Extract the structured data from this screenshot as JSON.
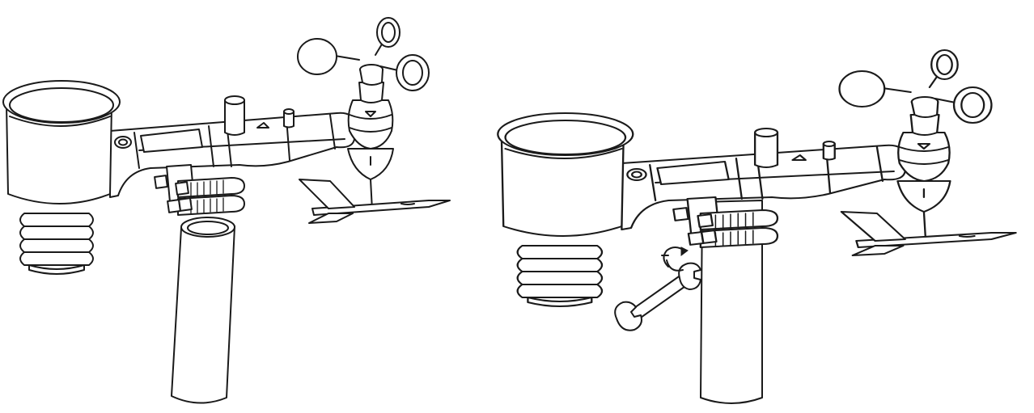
{
  "figure": {
    "panels": [
      {
        "id": "step-mount-position",
        "parts": [
          "rain-gauge-bucket",
          "thermo-hygro-shield",
          "sensor-arm",
          "anemometer-cups",
          "wind-vane",
          "u-bolts",
          "mounting-pole"
        ]
      },
      {
        "id": "step-tighten-bolts",
        "parts": [
          "rain-gauge-bucket",
          "thermo-hygro-shield",
          "sensor-arm",
          "anemometer-cups",
          "wind-vane",
          "u-bolts",
          "mounting-pole",
          "wrench",
          "rotation-arrow"
        ]
      }
    ],
    "colors": {
      "line": "#1a1a1a",
      "fill": "#ffffff"
    }
  }
}
